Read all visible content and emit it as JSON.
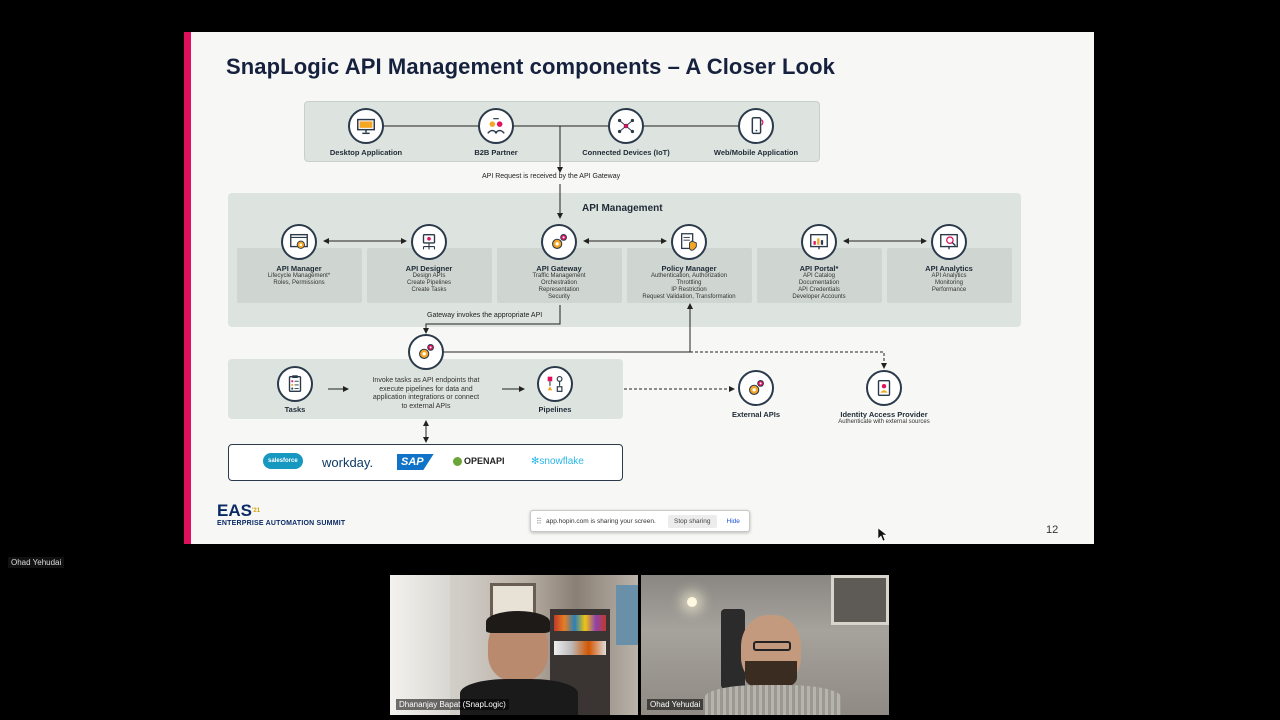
{
  "slide": {
    "title": "SnapLogic API Management components – A Closer Look",
    "page_number": "12",
    "consumers": [
      {
        "label": "Desktop Application",
        "icon": "monitor-icon"
      },
      {
        "label": "B2B Partner",
        "icon": "people-exchange-icon"
      },
      {
        "label": "Connected Devices (IoT)",
        "icon": "iot-icon"
      },
      {
        "label": "Web/Mobile Application",
        "icon": "mobile-icon"
      }
    ],
    "request_note": "API Request is received by the API Gateway",
    "api_management": {
      "title": "API Management",
      "components": [
        {
          "label": "API Manager",
          "desc": [
            "Lifecycle Management*",
            "Roles, Permissions"
          ],
          "icon": "browser-gear-icon"
        },
        {
          "label": "API Designer",
          "desc": [
            "Design APIs",
            "Create Pipelines",
            "Create Tasks"
          ],
          "icon": "design-icon"
        },
        {
          "label": "API Gateway",
          "desc": [
            "Traffic Management",
            "Orchestration",
            "Representation",
            "Security"
          ],
          "icon": "gears-icon"
        },
        {
          "label": "Policy Manager",
          "desc": [
            "Authentication, Authorization",
            "Throttling",
            "IP Restriction",
            "Request Validation, Transformation"
          ],
          "icon": "policy-shield-icon"
        },
        {
          "label": "API Portal*",
          "desc": [
            "API Catalog",
            "Documentation",
            "API Credentials",
            "Developer Accounts"
          ],
          "icon": "portal-chart-icon"
        },
        {
          "label": "API Analytics",
          "desc": [
            "API Analytics",
            "Monitoring",
            "Performance"
          ],
          "icon": "analytics-icon"
        }
      ]
    },
    "gateway_note": "Gateway invokes the appropriate API",
    "execution": {
      "tasks_label": "Tasks",
      "pipelines_label": "Pipelines",
      "description": [
        "Invoke tasks as API endpoints that",
        "execute pipelines for data and",
        "application integrations or connect",
        "to external APIs"
      ]
    },
    "external_apis_label": "External APIs",
    "identity_provider": {
      "label": "Identity Access Provider",
      "desc": "Authenticate with external sources"
    },
    "partner_logos": [
      "salesforce",
      "workday.",
      "SAP",
      "OPENAPI",
      "snowflake"
    ],
    "brand": {
      "short": "EAS",
      "year": "'21",
      "full": "ENTERPRISE AUTOMATION SUMMIT"
    },
    "colors": {
      "accent": "#e0105f",
      "title": "#16213e",
      "panel": "#dde3df"
    }
  },
  "share_bar": {
    "message": "app.hopin.com is sharing your screen.",
    "stop_label": "Stop sharing",
    "hide_label": "Hide"
  },
  "presenter_tag": "Ohad Yehudai",
  "participants": [
    {
      "name": "Dhananjay Bapat (SnapLogic)"
    },
    {
      "name": "Ohad Yehudai"
    }
  ]
}
